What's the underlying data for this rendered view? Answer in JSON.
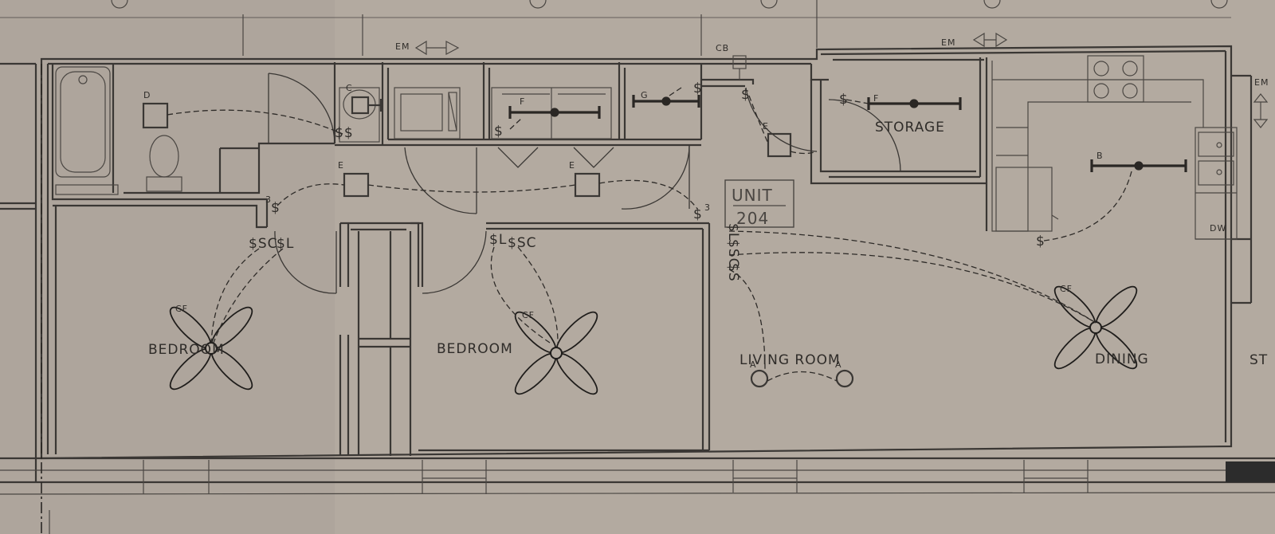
{
  "rooms": {
    "bedroom_1": "BEDROOM",
    "bedroom_2": "BEDROOM",
    "living_room": "LIVING ROOM",
    "dining": "DINING",
    "storage": "STORAGE",
    "edge_right": "ST"
  },
  "unit": {
    "label": "UNIT",
    "number": "204"
  },
  "fixture_tags": {
    "em_1": "EM",
    "em_2": "EM",
    "em_3": "EM",
    "cb": "CB",
    "d": "D",
    "c": "C",
    "f_1": "F",
    "f_2": "F",
    "g": "G",
    "e_1": "E",
    "e_2": "E",
    "e_3": "E",
    "b": "B",
    "cf_1": "CF",
    "cf_2": "CF",
    "cf_3": "CF",
    "a_1": "A",
    "a_2": "A",
    "dw": "DW"
  },
  "switch_tags": {
    "s1": "$",
    "s2": "$",
    "s3": "$",
    "s4": "$",
    "s5": "$",
    "s3way_1": "$",
    "s3way_1_sub": "3",
    "s3way_2": "$",
    "s3way_2_sub": "3",
    "ss_bath": "$$",
    "bed1_sc": "$SC",
    "bed1_l": "$L",
    "bed2_l": "$L",
    "bed2_sc": "$SC",
    "lr_l": "$L",
    "lr_sc": "$SC",
    "lr_s": "$S"
  },
  "colors": {
    "paper": "#b3aaa0",
    "ink": "#2f2c29"
  }
}
